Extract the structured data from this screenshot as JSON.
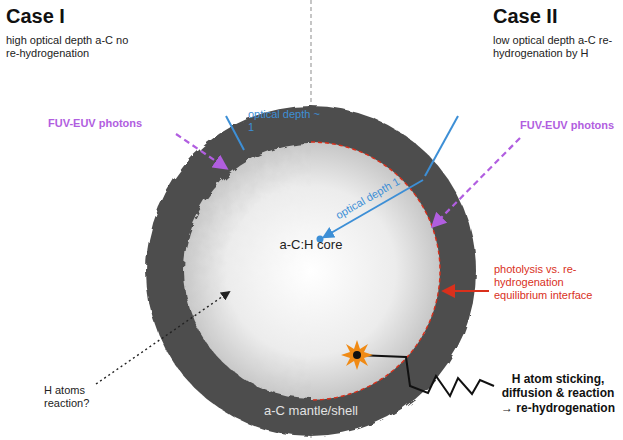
{
  "diagram": {
    "nodes": [
      {
        "text": [
          "a-C mantle/shell"
        ]
      },
      {
        "text": [
          "a-C:H core"
        ],
        "in": 0
      }
    ],
    "labels": [
      "Case I",
      "high optical depth a-C no re-hydrogenation",
      "Case II",
      "low optical depth a-C re-hydrogenation by H",
      "FUV-EUV photons",
      "optical depth ~ 1",
      "FUV-EUV photons",
      "optical depth 1",
      "photolysis vs. re-hydrogenation equilibrium interface",
      "H atoms reaction?",
      "H atom sticking, diffusion & reaction → re-hydrogenation"
    ]
  }
}
